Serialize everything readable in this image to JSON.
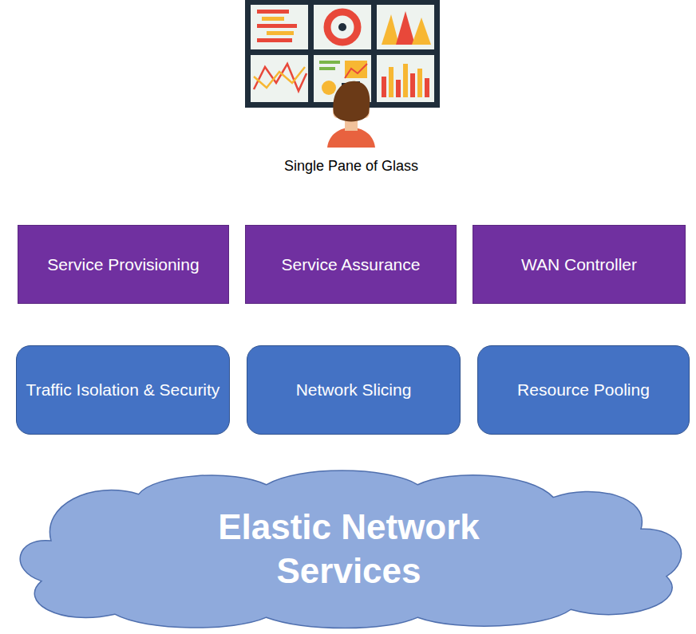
{
  "diagram": {
    "nodes": [
      {
        "text": [
          "Service Provisioning"
        ]
      },
      {
        "text": [
          "Service Assurance"
        ]
      },
      {
        "text": [
          "WAN Controller"
        ]
      },
      {
        "text": [
          "Traffic Isolation & Security"
        ]
      },
      {
        "text": [
          "Network Slicing"
        ]
      },
      {
        "text": [
          "Resource Pooling"
        ]
      },
      {
        "text": [
          "Elastic Network Services"
        ]
      }
    ],
    "labels": [
      "Single Pane of Glass"
    ]
  }
}
